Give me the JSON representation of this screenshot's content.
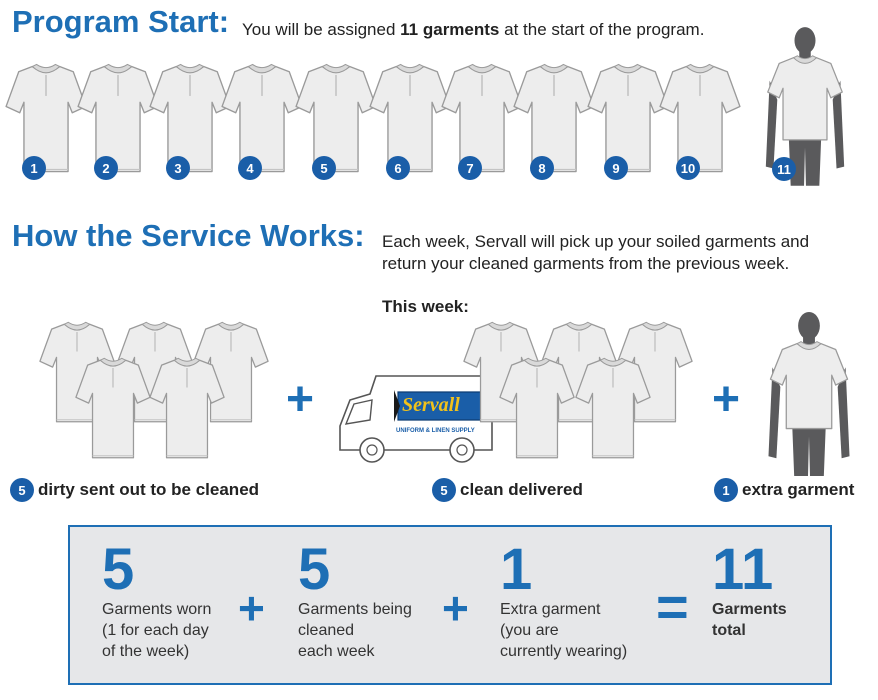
{
  "program_start": {
    "heading": "Program Start:",
    "intro_pre": "You will be assigned ",
    "intro_bold": "11 garments",
    "intro_post": " at the start of the program.",
    "numbers": [
      "1",
      "2",
      "3",
      "4",
      "5",
      "6",
      "7",
      "8",
      "9",
      "10",
      "11"
    ]
  },
  "service": {
    "heading": "How the Service Works:",
    "line1": "Each week, Servall will pick up your soiled garments and",
    "line2": "return your cleaned garments from the previous week.",
    "this_week": "This week:",
    "truck_logo": "Servall",
    "truck_sub": "UNIFORM & LINEN SUPPLY",
    "dirty_count": "5",
    "dirty_label": "dirty sent out to be cleaned",
    "clean_count": "5",
    "clean_label": "clean delivered",
    "extra_count": "1",
    "extra_label": "extra garment"
  },
  "summary": {
    "worn_value": "5",
    "worn_desc": "Garments worn\n(1 for each day\nof the week)",
    "cleaned_value": "5",
    "cleaned_desc": "Garments being\ncleaned\neach week",
    "extra_value": "1",
    "extra_desc": "Extra garment\n(you are\ncurrently wearing)",
    "total_value": "11",
    "total_desc": "Garments\ntotal"
  },
  "colors": {
    "accent": "#1e6fb5",
    "badge": "#1a5ea8",
    "panel": "#e6e7e9",
    "shirt": "#eeeeee",
    "person": "#5a5a5c"
  }
}
